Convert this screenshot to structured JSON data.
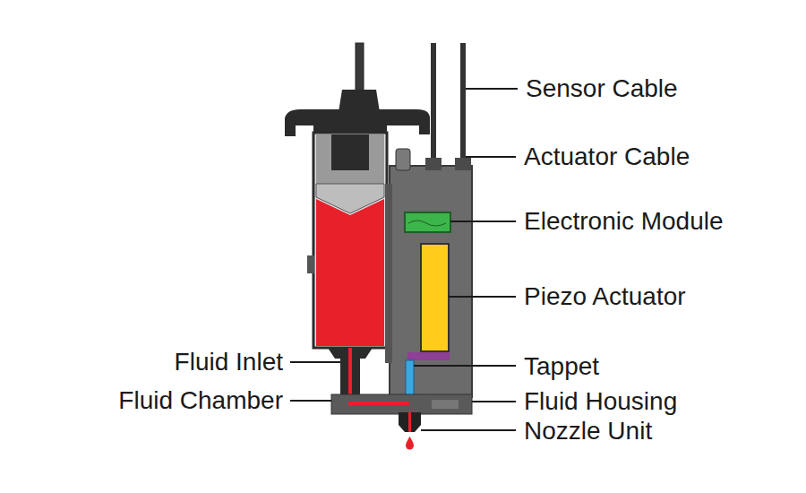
{
  "diagram": {
    "labels": [
      "Sensor Cable",
      "Actuator Cable",
      "Electronic Module",
      "Piezo Actuator",
      "Tappet",
      "Fluid Housing",
      "Nozzle Unit",
      "Fluid Inlet",
      "Fluid Chamber"
    ]
  }
}
